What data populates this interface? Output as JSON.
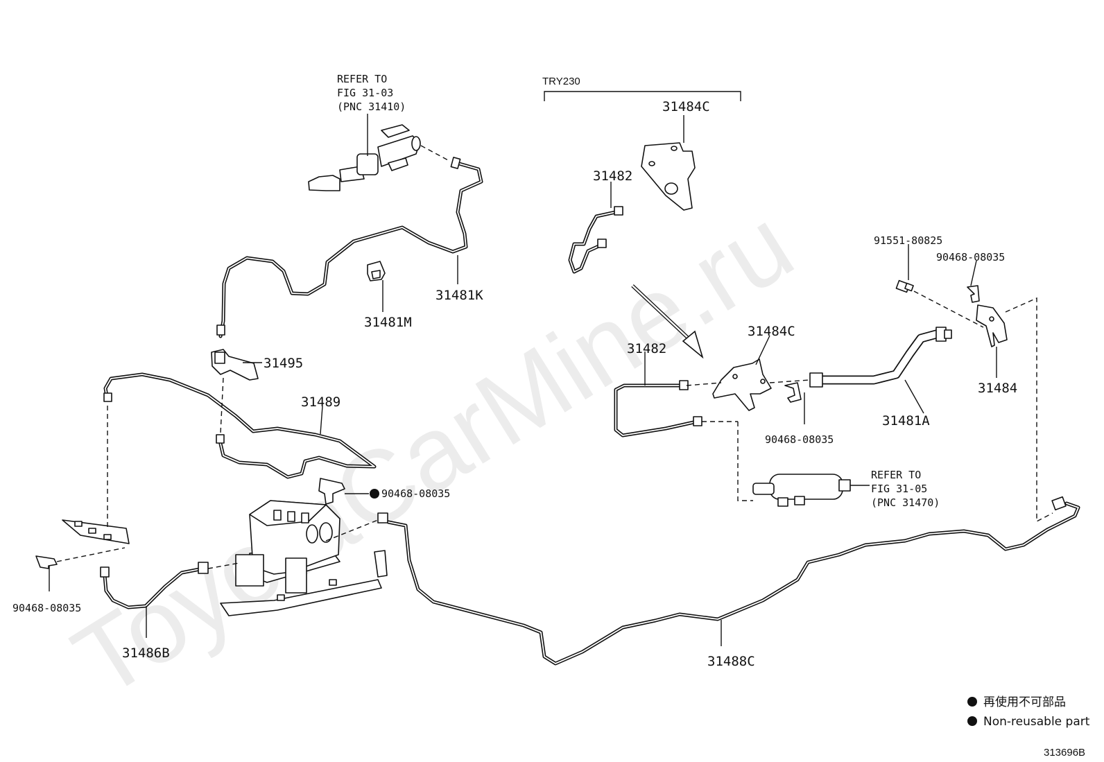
{
  "watermark": "ToyotaCarMine.ru",
  "figure_id": "313696B",
  "group_label": "TRY230",
  "callouts": {
    "refer_master": [
      "REFER TO",
      "FIG 31-03",
      "(PNC 31410)"
    ],
    "refer_release": [
      "REFER TO",
      "FIG 31-05",
      "(PNC 31470)"
    ],
    "p31481K": "31481K",
    "p31481M": "31481M",
    "p31495": "31495",
    "p31489": "31489",
    "p90468_center": "90468-08035",
    "p90468_left": "90468-08035",
    "p31486B": "31486B",
    "p31488C": "31488C",
    "p31484C_top": "31484C",
    "p31482_top": "31482",
    "p31484C_mid": "31484C",
    "p31482_mid": "31482",
    "p90468_mid": "90468-08035",
    "p91551": "91551-80825",
    "p90468_right": "90468-08035",
    "p31484": "31484",
    "p31481A": "31481A"
  },
  "legend": {
    "line1": "再使用不可部品",
    "line2": "Non-reusable part"
  }
}
